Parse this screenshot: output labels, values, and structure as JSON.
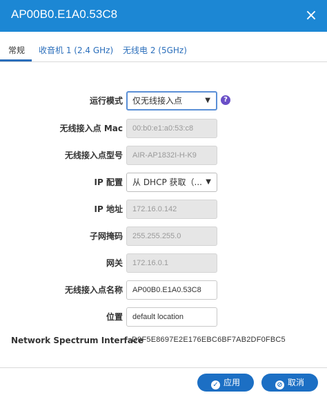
{
  "window": {
    "title": "AP00B0.E1A0.53C8",
    "close_glyph": "×"
  },
  "tabs": [
    {
      "label": "常规"
    },
    {
      "label": "收音机 1 (2.4 GHz)"
    },
    {
      "label": "无线电 2 (5GHz)"
    }
  ],
  "form": {
    "run_mode": {
      "label": "运行模式",
      "value": "仅无线接入点"
    },
    "ap_mac": {
      "label": "无线接入点 Mac",
      "value": "00:b0:e1:a0:53:c8"
    },
    "ap_model": {
      "label": "无线接入点型号",
      "value": "AIR-AP1832I-H-K9"
    },
    "ip_config": {
      "label": "IP 配置",
      "value": "从 DHCP 获取（..."
    },
    "ip_address": {
      "label": "IP 地址",
      "value": "172.16.0.142"
    },
    "subnet_mask": {
      "label": "子网掩码",
      "value": "255.255.255.0"
    },
    "gateway": {
      "label": "网关",
      "value": "172.16.0.1"
    },
    "ap_name": {
      "label": "无线接入点名称",
      "value": "AP00B0.E1A0.53C8"
    },
    "location": {
      "label": "位置",
      "value": "default location"
    },
    "nsi": {
      "label": "Network Spectrum Interface",
      "value": "D9F5E8697E2E176EBC6BF7AB2DF0FBC5"
    }
  },
  "footer": {
    "apply_label": "应用",
    "cancel_label": "取消"
  },
  "icons": {
    "help": "?",
    "apply": "✓",
    "cancel": "⊘",
    "caret": "▼"
  },
  "colors": {
    "titlebar": "#1c87d4",
    "button": "#1c6fc4",
    "help": "#6a4fc7"
  }
}
